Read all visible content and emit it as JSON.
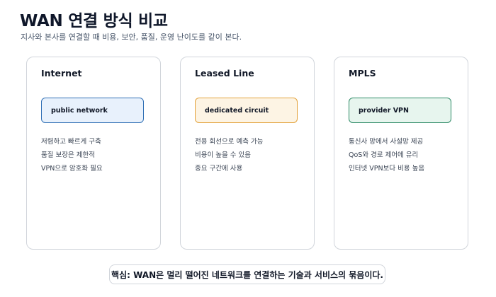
{
  "title": "WAN 연결 방식 비교",
  "subtitle": "지사와 본사를 연결할 때 비용, 보안, 품질, 운영 난이도를 같이 본다.",
  "cards": [
    {
      "title": "Internet",
      "chip": "public network",
      "chip_color": "#2f6fb5",
      "lines": [
        "저렴하고 빠르게 구축",
        "품질 보장은 제한적",
        "VPN으로 암호화 필요"
      ]
    },
    {
      "title": "Leased Line",
      "chip": "dedicated circuit",
      "chip_color": "#e3a23a",
      "lines": [
        "전용 회선으로 예측 가능",
        "비용이 높을 수 있음",
        "중요 구간에 사용"
      ]
    },
    {
      "title": "MPLS",
      "chip": "provider VPN",
      "chip_color": "#2d8a66",
      "lines": [
        "통신사 망에서 사설망 제공",
        "QoS와 경로 제어에 유리",
        "인터넷 VPN보다 비용 높음"
      ]
    }
  ],
  "summary": "핵심: WAN은 멀리 떨어진 네트워크를 연결하는 기술과 서비스의 묶음이다."
}
